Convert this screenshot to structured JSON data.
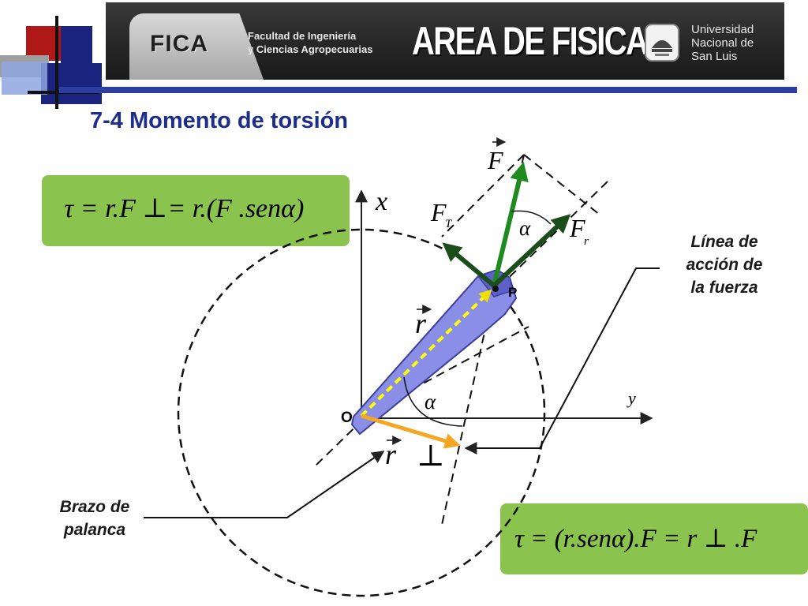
{
  "header": {
    "faculty_short": "FICA",
    "faculty_line1": "Facultad de Ingeniería",
    "faculty_line2": "y Ciencias Agropecuarias",
    "area": "AREA DE FISICA",
    "university_line1": "Universidad",
    "university_line2": "Nacional de",
    "university_line3": "San Luis"
  },
  "slide": {
    "title": "7-4 Momento de torsión"
  },
  "equations": {
    "top": "τ = r.F ⊥= r.(F .senα)",
    "bottom": "τ = (r.senα).F = r ⊥ .F"
  },
  "labels": {
    "line_of_action": [
      "Línea de",
      "acción de",
      "la fuerza"
    ],
    "lever_arm": [
      "Brazo de",
      "palanca"
    ]
  },
  "diagram": {
    "axis_x": "x",
    "axis_y": "y",
    "origin": "O",
    "point": "P",
    "force": "F",
    "force_t": "F",
    "force_t_sub": "T",
    "force_r": "F",
    "force_r_sub": "r",
    "alpha": "α",
    "r_vec": "r",
    "r_perp": "r",
    "perp_symbol": "⊥"
  },
  "colors": {
    "title": "#1c2d8c",
    "equation_box": "#8bc34f",
    "force_F": "#1f8a1f",
    "force_components": "#1b4d1b",
    "bar_fill": "#8a8ee6",
    "r_vector": "#ffff00",
    "r_perp_vector": "#f5a623"
  }
}
